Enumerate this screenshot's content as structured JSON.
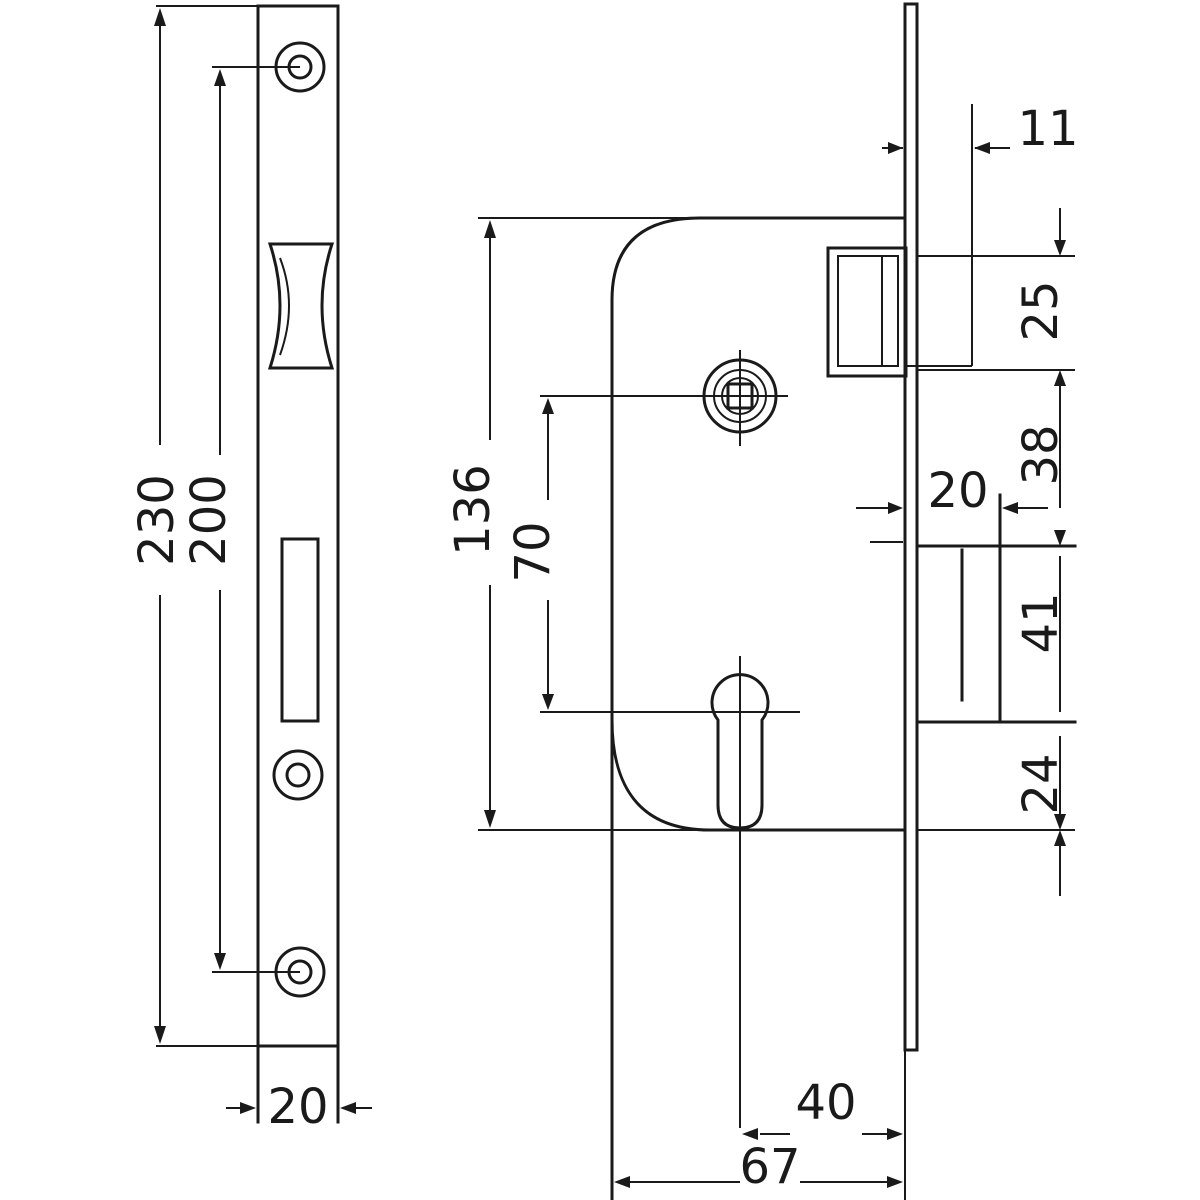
{
  "colors": {
    "line": "#1a1a1a",
    "background": "#ffffff"
  },
  "dimensions": {
    "faceplate_length": "230",
    "screw_spacing": "200",
    "faceplate_width": "20",
    "case_height": "136",
    "handle_to_cylinder": "70",
    "faceplate_thickness": "11",
    "latch_height": "25",
    "latch_to_bolt": "38",
    "bolt_projection": "20",
    "bolt_height": "41",
    "bolt_to_cylinder": "24",
    "backset": "40",
    "case_depth": "67"
  }
}
